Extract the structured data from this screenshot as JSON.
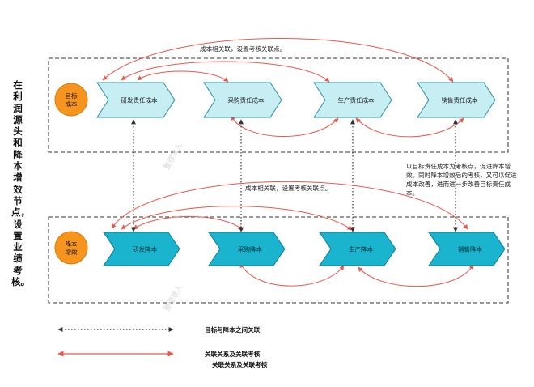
{
  "side_title": "在利润源头和降本增效节点，设置业绩考核。",
  "groups": {
    "target": {
      "circle_label": "目标成本"
    },
    "reduction": {
      "circle_label": "降本增效"
    }
  },
  "target_steps": [
    "研发责任成本",
    "采购责任成本",
    "生产责任成本",
    "销售责任成本"
  ],
  "reduction_steps": [
    "研发降本",
    "采购降本",
    "生产降本",
    "销售降本"
  ],
  "notes": {
    "top": "成本相关联，设置考核关联点。",
    "middle": "成本相关联，设置考核关联点。",
    "right": "以目标责任成本为考核点，促进降本增效。同时降本增效后的考核，又可以促进成本改善，进而进一步改善目标责任成本。"
  },
  "legend": {
    "dotted_label": "目标与降本之间关联",
    "red_label_1": "关联关系及关联考核",
    "red_label_2": "关联关系及关联考核"
  },
  "watermark": "整理录入",
  "colors": {
    "target_fill": "#c7eef3",
    "target_stroke": "#2a8fa3",
    "reduction_fill": "#1ab4cf",
    "reduction_stroke": "#0a7f96",
    "circle_fill": "#f7941d",
    "arc_red": "#e8574a",
    "dotted": "#333333"
  }
}
